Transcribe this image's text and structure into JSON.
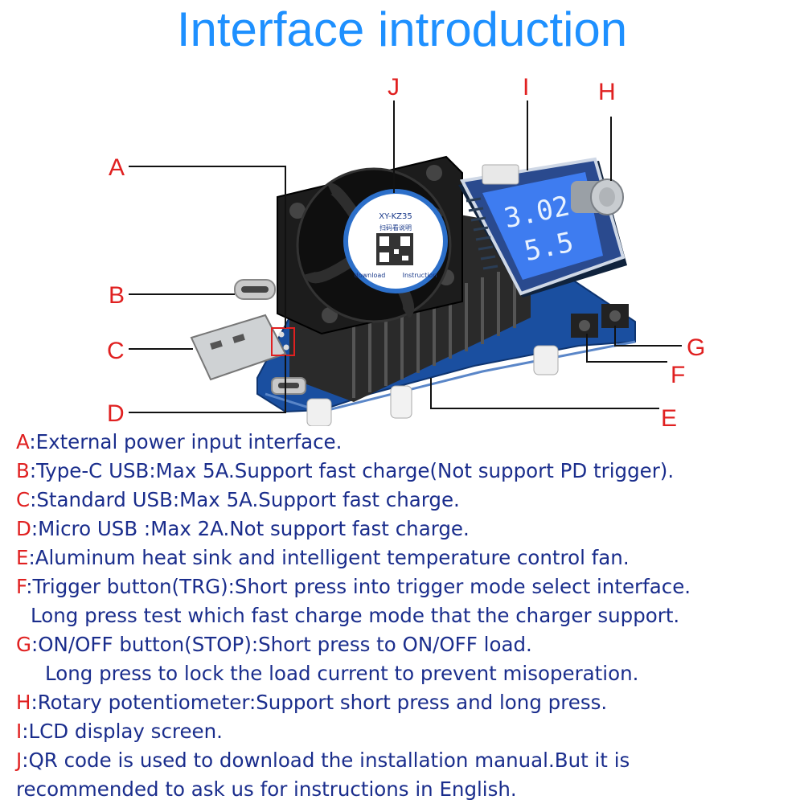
{
  "title": "Interface introduction",
  "device": {
    "model": "XY-KZ35",
    "sticker_top": "扫码看说明",
    "sticker_left": "download",
    "sticker_right": "Instruction",
    "lcd_line1": "3.02",
    "lcd_line2": "5.5"
  },
  "callouts": [
    "A",
    "B",
    "C",
    "D",
    "E",
    "F",
    "G",
    "H",
    "I",
    "J"
  ],
  "legend": [
    {
      "key": "A",
      "text": ":External power input interface."
    },
    {
      "key": "B",
      "text": ":Type-C USB:Max 5A.Support fast charge(Not support PD trigger)."
    },
    {
      "key": "C",
      "text": ":Standard USB:Max 5A.Support fast charge."
    },
    {
      "key": "D",
      "text": ":Micro USB :Max 2A.Not support fast charge."
    },
    {
      "key": "E",
      "text": ":Aluminum heat sink and intelligent temperature control fan."
    },
    {
      "key": "F",
      "text": ":Trigger button(TRG):Short press into trigger mode select interface."
    },
    {
      "key": "",
      "text": "Long press test which fast charge mode that the charger support."
    },
    {
      "key": "G",
      "text": ":ON/OFF button(STOP):Short press to ON/OFF load."
    },
    {
      "key": "",
      "text": "Long press to lock the load current to prevent misoperation."
    },
    {
      "key": "H",
      "text": ":Rotary potentiometer:Support short press and long press."
    },
    {
      "key": "I",
      "text": ":LCD display screen."
    },
    {
      "key": "J",
      "text": ":QR code is used to download the installation manual.But it is"
    },
    {
      "key": "",
      "text": "recommended to ask us for instructions in English."
    }
  ]
}
